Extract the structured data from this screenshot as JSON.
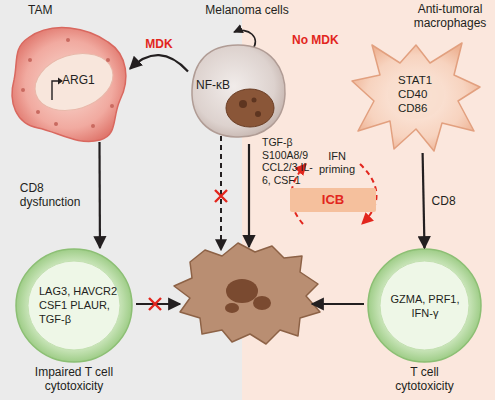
{
  "diagram": {
    "nodes": [
      {
        "text": [
          "TAM",
          "ARG1"
        ]
      },
      {
        "text": [
          "Melanoma cells",
          "NF-κB"
        ]
      },
      {
        "text": [
          "Anti-tumoral macrophages",
          "STAT1 CD40 CD86"
        ]
      },
      {
        "text": [
          "ICB"
        ]
      },
      {
        "text": [
          "LAG3, HAVCR2 CSF1 PLAUR, TGF-β",
          "Impaired T cell cytotoxicity"
        ]
      },
      {
        "text": [
          "GZMA, PRF1, IFN-γ",
          "T cell cytotoxicity"
        ]
      }
    ],
    "edges": [
      {
        "from": 1,
        "to": 0,
        "label": "MDK",
        "arrow": "to"
      },
      {
        "from": 0,
        "to": 4,
        "label": "CD8 dysfunction",
        "arrow": "to"
      },
      {
        "from": 2,
        "to": 5,
        "label": "CD8",
        "arrow": "to"
      }
    ],
    "labels": [
      "No MDK",
      "TGF-β S100A8/9 CCL2/3 IL-6, CSF1",
      "IFN priming"
    ]
  }
}
